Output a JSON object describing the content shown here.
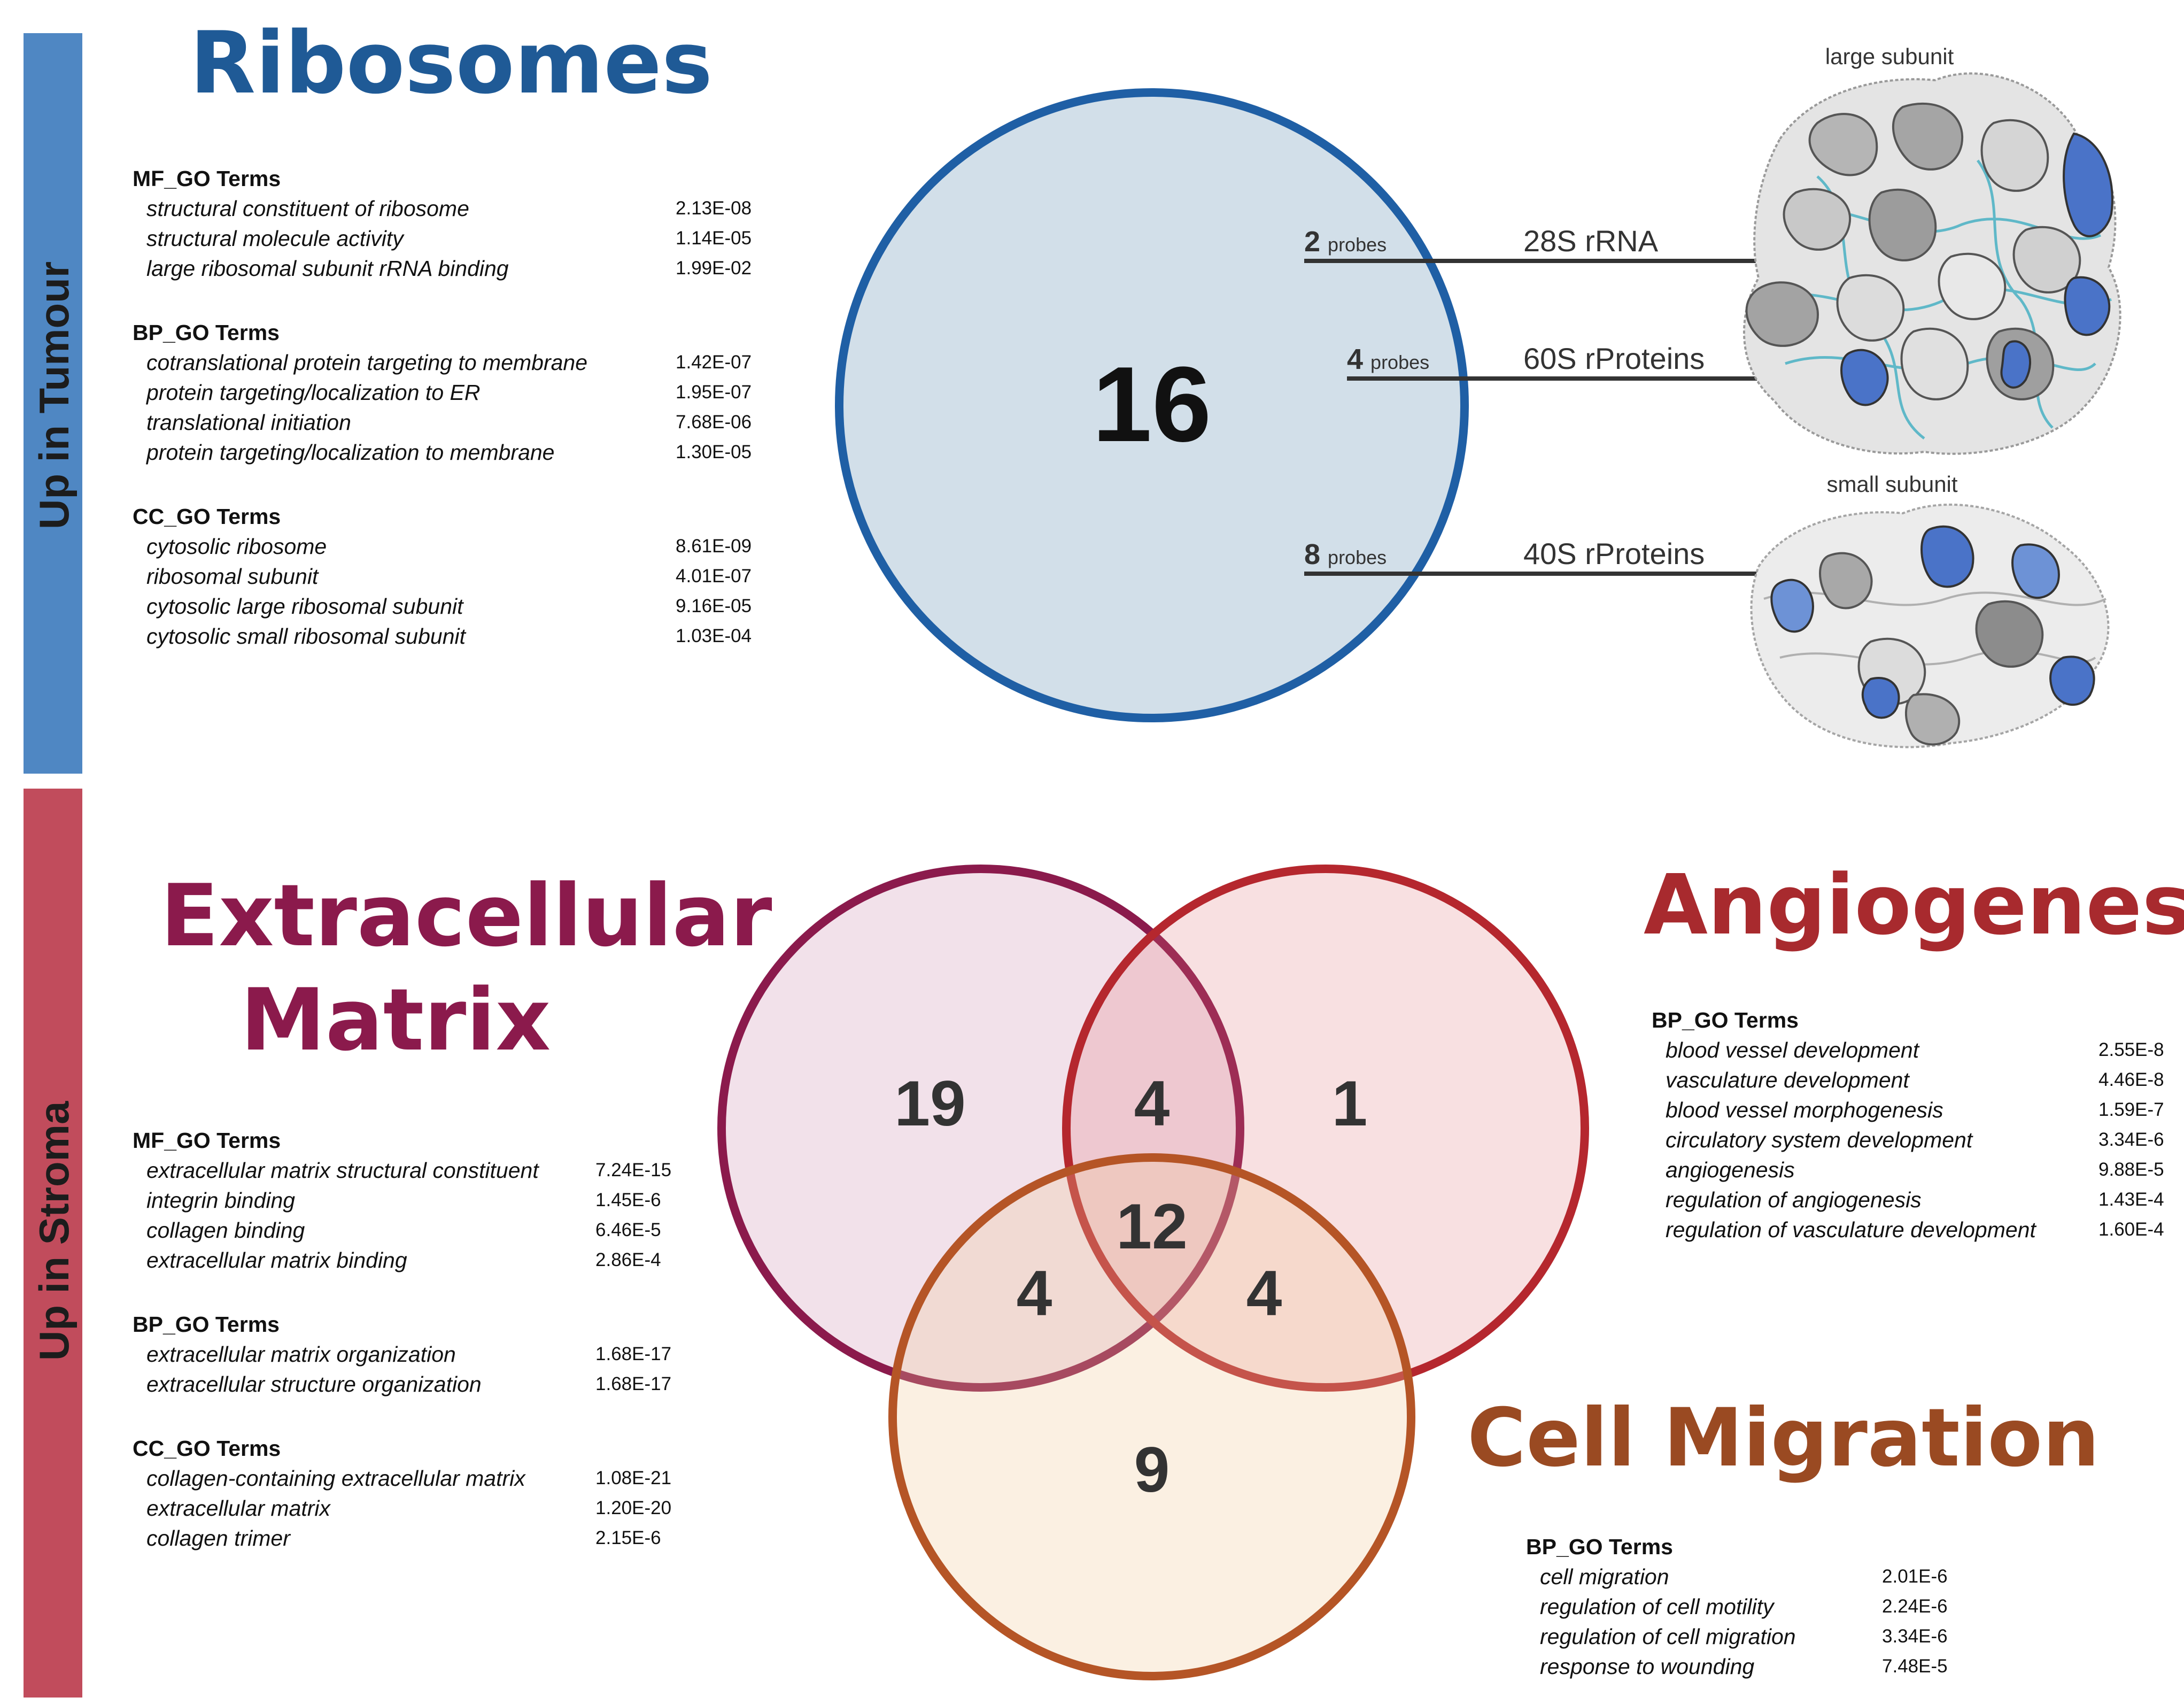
{
  "sidebar": {
    "top_label": "Up in Tumour",
    "bottom_label": "Up in Stroma",
    "top_color": "#4f87c3",
    "bottom_color": "#c14c5c"
  },
  "ribosomes": {
    "title": "Ribosomes",
    "title_color": "#1f5a96",
    "count": "16",
    "mf": {
      "heading": "MF_GO Terms",
      "rows": [
        {
          "term": "structural constituent of ribosome",
          "p": "2.13E-08"
        },
        {
          "term": "structural molecule activity",
          "p": "1.14E-05"
        },
        {
          "term": "large ribosomal subunit rRNA binding",
          "p": "1.99E-02"
        }
      ]
    },
    "bp": {
      "heading": "BP_GO Terms",
      "rows": [
        {
          "term": "cotranslational protein targeting to membrane",
          "p": "1.42E-07"
        },
        {
          "term": "protein targeting/localization to ER",
          "p": "1.95E-07"
        },
        {
          "term": "translational initiation",
          "p": "7.68E-06"
        },
        {
          "term": "protein targeting/localization to membrane",
          "p": "1.30E-05"
        }
      ]
    },
    "cc": {
      "heading": "CC_GO Terms",
      "rows": [
        {
          "term": "cytosolic ribosome",
          "p": "8.61E-09"
        },
        {
          "term": "ribosomal subunit",
          "p": "4.01E-07"
        },
        {
          "term": "cytosolic large ribosomal subunit",
          "p": "9.16E-05"
        },
        {
          "term": "cytosolic small ribosomal subunit",
          "p": "1.03E-04"
        }
      ]
    },
    "probes": [
      {
        "count": "2",
        "unit": "probes",
        "label": "28S rRNA"
      },
      {
        "count": "4",
        "unit": "probes",
        "label": "60S rProteins"
      },
      {
        "count": "8",
        "unit": "probes",
        "label": "40S rProteins"
      }
    ],
    "large_subunit_label": "large subunit",
    "small_subunit_label": "small subunit"
  },
  "ecm": {
    "title_line1": "Extracellular",
    "title_line2": "Matrix",
    "color": "#8b1a4c",
    "mf": {
      "heading": "MF_GO Terms",
      "rows": [
        {
          "term": "extracellular matrix structural constituent",
          "p": "7.24E-15"
        },
        {
          "term": "integrin binding",
          "p": "1.45E-6"
        },
        {
          "term": "collagen binding",
          "p": "6.46E-5"
        },
        {
          "term": "extracellular matrix binding",
          "p": "2.86E-4"
        }
      ]
    },
    "bp": {
      "heading": "BP_GO Terms",
      "rows": [
        {
          "term": "extracellular matrix organization",
          "p": "1.68E-17"
        },
        {
          "term": "extracellular structure organization",
          "p": "1.68E-17"
        }
      ]
    },
    "cc": {
      "heading": "CC_GO Terms",
      "rows": [
        {
          "term": "collagen-containing extracellular matrix",
          "p": "1.08E-21"
        },
        {
          "term": "extracellular matrix",
          "p": "1.20E-20"
        },
        {
          "term": "collagen trimer",
          "p": "2.15E-6"
        }
      ]
    }
  },
  "angio": {
    "title": "Angiogenesis",
    "color": "#a82a2e",
    "bp": {
      "heading": "BP_GO Terms",
      "rows": [
        {
          "term": "blood vessel development",
          "p": "2.55E-8"
        },
        {
          "term": "vasculature development",
          "p": "4.46E-8"
        },
        {
          "term": "blood vessel morphogenesis",
          "p": "1.59E-7"
        },
        {
          "term": "circulatory system development",
          "p": "3.34E-6"
        },
        {
          "term": "angiogenesis",
          "p": "9.88E-5"
        },
        {
          "term": "regulation of angiogenesis",
          "p": "1.43E-4"
        },
        {
          "term": "regulation of vasculature development",
          "p": "1.60E-4"
        }
      ]
    }
  },
  "migration": {
    "title": "Cell Migration",
    "color": "#9a4a22",
    "bp": {
      "heading": "BP_GO Terms",
      "rows": [
        {
          "term": "cell migration",
          "p": "2.01E-6"
        },
        {
          "term": "regulation of cell motility",
          "p": "2.24E-6"
        },
        {
          "term": "regulation of cell migration",
          "p": "3.34E-6"
        },
        {
          "term": "response to wounding",
          "p": "7.48E-5"
        }
      ]
    }
  },
  "venn": {
    "ecm_only": "19",
    "ecm_angio": "4",
    "angio_only": "1",
    "all_three": "12",
    "ecm_migration": "4",
    "angio_migration": "4",
    "migration_only": "9"
  }
}
